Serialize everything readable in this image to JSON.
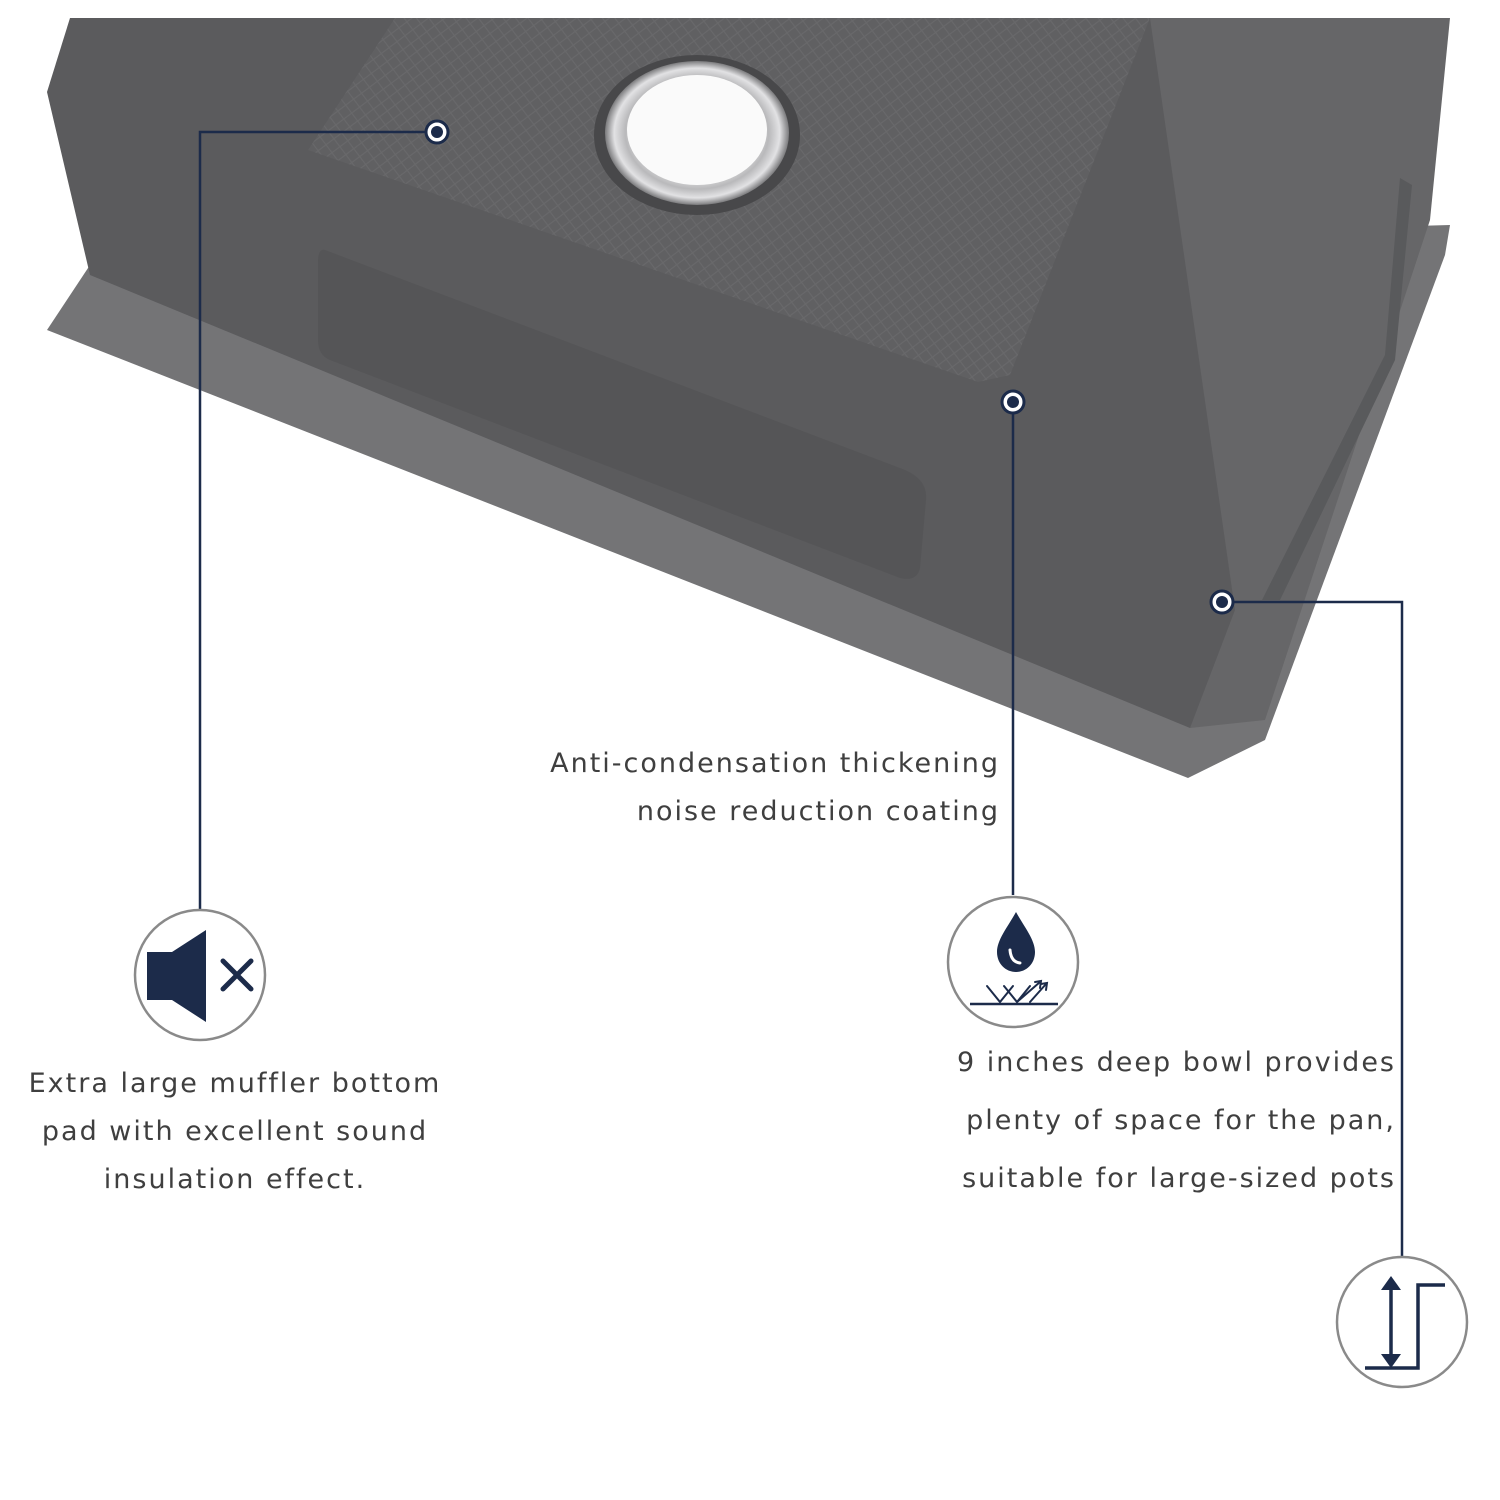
{
  "colors": {
    "sink_face": "#5b5b5d",
    "sink_side": "#666668",
    "flange": "#747476",
    "pad": "#555557",
    "accent_navy": "#1c2b4a",
    "icon_ring": "#8a8a8a",
    "caption_text": "#3f3f3f",
    "background": "#ffffff"
  },
  "features": [
    {
      "icon": "speaker-mute-icon",
      "lines": [
        "Extra large muffler bottom",
        "pad with excellent sound",
        "insulation effect."
      ]
    },
    {
      "icon": "water-drop-repel-icon",
      "lines": [
        "Anti-condensation thickening",
        "noise reduction coating"
      ]
    },
    {
      "icon": "depth-arrow-icon",
      "lines": [
        "9 inches deep bowl provides",
        "plenty of space for the pan,",
        "suitable for large-sized pots"
      ]
    }
  ]
}
